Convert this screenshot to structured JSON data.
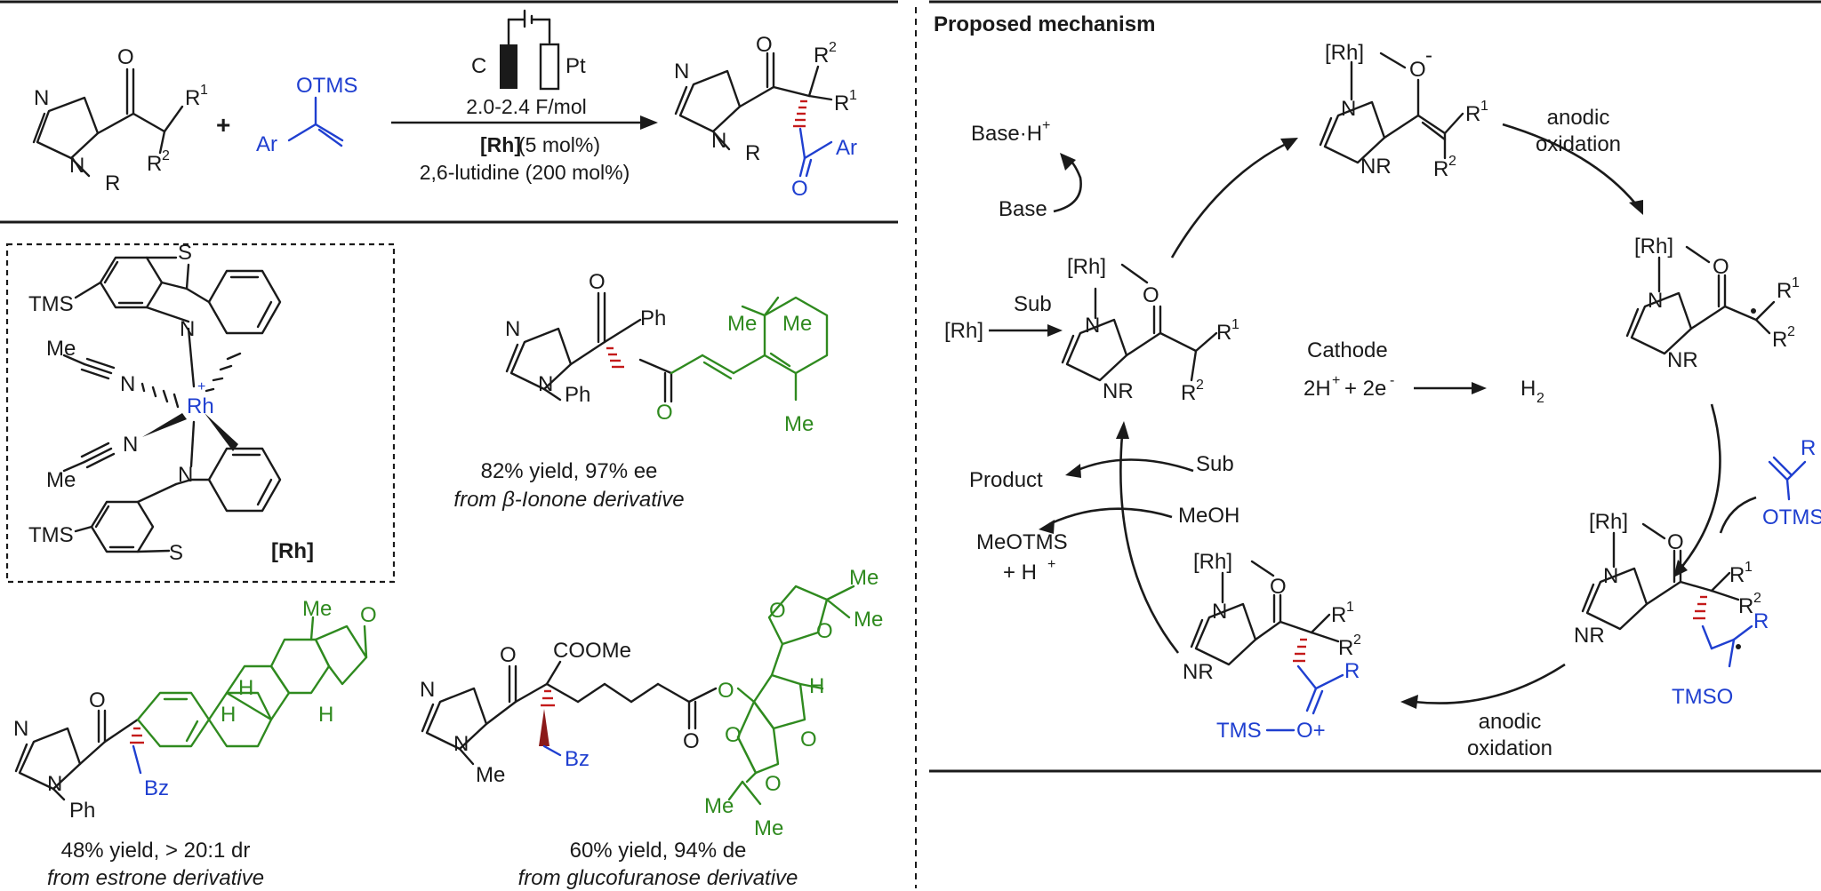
{
  "reaction": {
    "electrode_c": "C",
    "electrode_pt": "Pt",
    "cond1": "2.0-2.4 F/mol",
    "cond2_cat": "[Rh]",
    "cond2_rest": " (5 mol%)",
    "cond3": "2,6-lutidine (200 mol%)",
    "plus": "+",
    "sub_r1": "R",
    "sub_r1_sup": "1",
    "sub_r2": "R",
    "sub_r2_sup": "2",
    "sub_nr": "N",
    "sub_r": "R",
    "enol_otms": "OTMS",
    "enol_ar": "Ar",
    "prod_ar": "Ar",
    "prod_o": "O"
  },
  "catalyst": {
    "label": "[Rh]",
    "tms_top": "TMS",
    "tms_bottom": "TMS",
    "me_top": "Me",
    "me_bottom": "Me",
    "rh": "Rh",
    "rh_charge": "+",
    "s": "S",
    "n": "N"
  },
  "examples": [
    {
      "caption": "82% yield, 97% ee",
      "source": "from β-Ionone derivative"
    },
    {
      "caption": "48% yield, > 20:1 dr",
      "source": "from estrone derivative"
    },
    {
      "caption": "60% yield, 94% de",
      "source": "from glucofuranose derivative"
    }
  ],
  "example_labels": {
    "ph": "Ph",
    "me": "Me",
    "bz": "Bz",
    "coome": "COOMe",
    "h": "H",
    "o": "O",
    "n": "N"
  },
  "mechanism": {
    "title": "Proposed mechanism",
    "rh": "[Rh]",
    "sub": "Sub",
    "base_h": "Base·H",
    "base_h_sup": "+",
    "base": "Base",
    "anodic1": "anodic",
    "oxidation1": "oxidation",
    "anodic2": "anodic",
    "oxidation2": "oxidation",
    "cathode": "Cathode",
    "cathode_eq": "2H",
    "h2": "H",
    "product": "Product",
    "sub2": "Sub",
    "meoh": "MeOH",
    "meotms": "MeOTMS",
    "hplus": "+ H",
    "nr": "NR",
    "otms": "OTMS",
    "tmso": "TMSO",
    "tms_o": "TMS",
    "r": "R"
  }
}
